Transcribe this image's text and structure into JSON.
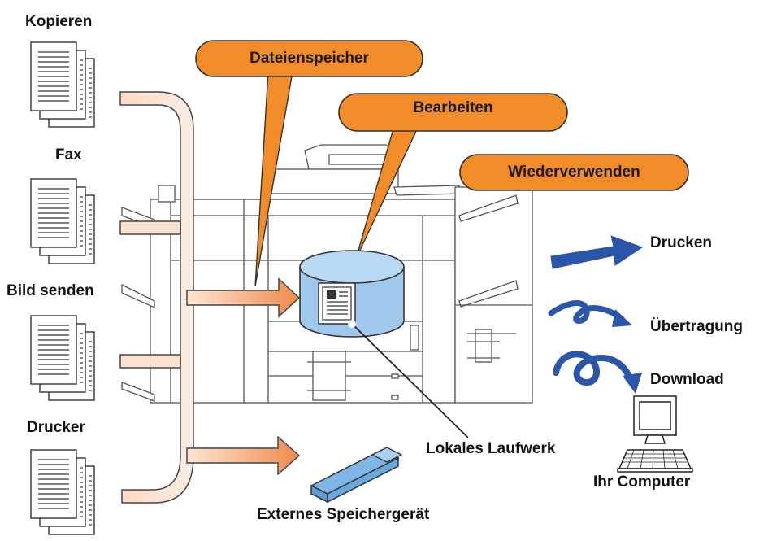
{
  "sources": {
    "copy": "Kopieren",
    "fax": "Fax",
    "image_send": "Bild senden",
    "printer": "Drucker"
  },
  "callouts": {
    "file_storage": "Dateienspeicher",
    "edit": "Bearbeiten",
    "reuse": "Wiederverwenden"
  },
  "outputs": {
    "print": "Drucken",
    "transfer": "Übertragung",
    "download": "Download"
  },
  "storage": {
    "local_drive": "Lokales Laufwerk",
    "external_device": "Externes Speichergerät"
  },
  "computer": {
    "label": "Ihr Computer"
  },
  "colors": {
    "callout_fill": "#f28c28",
    "callout_stroke": "#333333",
    "flow_gradient_start": "#fde3d2",
    "flow_gradient_end": "#f08a4b",
    "drive_fill": "#9fc8ec",
    "output_arrow": "#2b55a8",
    "usb_fill": "#7fb6e6"
  }
}
